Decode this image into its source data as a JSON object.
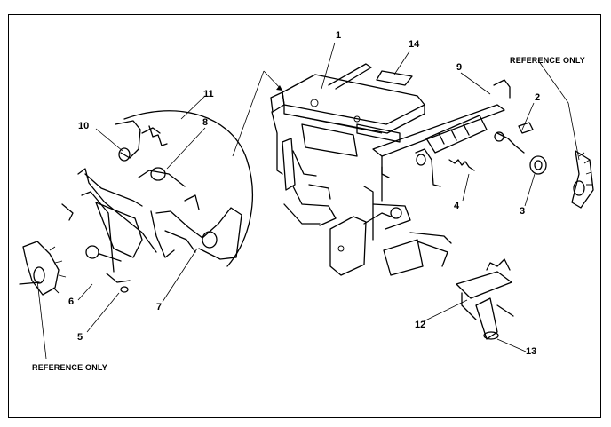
{
  "diagram": {
    "callouts": [
      "1",
      "2",
      "3",
      "4",
      "5",
      "6",
      "7",
      "8",
      "9",
      "10",
      "11",
      "12",
      "13",
      "14"
    ],
    "reference_label_right": "REFERENCE ONLY",
    "reference_label_left": "REFERENCE ONLY"
  }
}
